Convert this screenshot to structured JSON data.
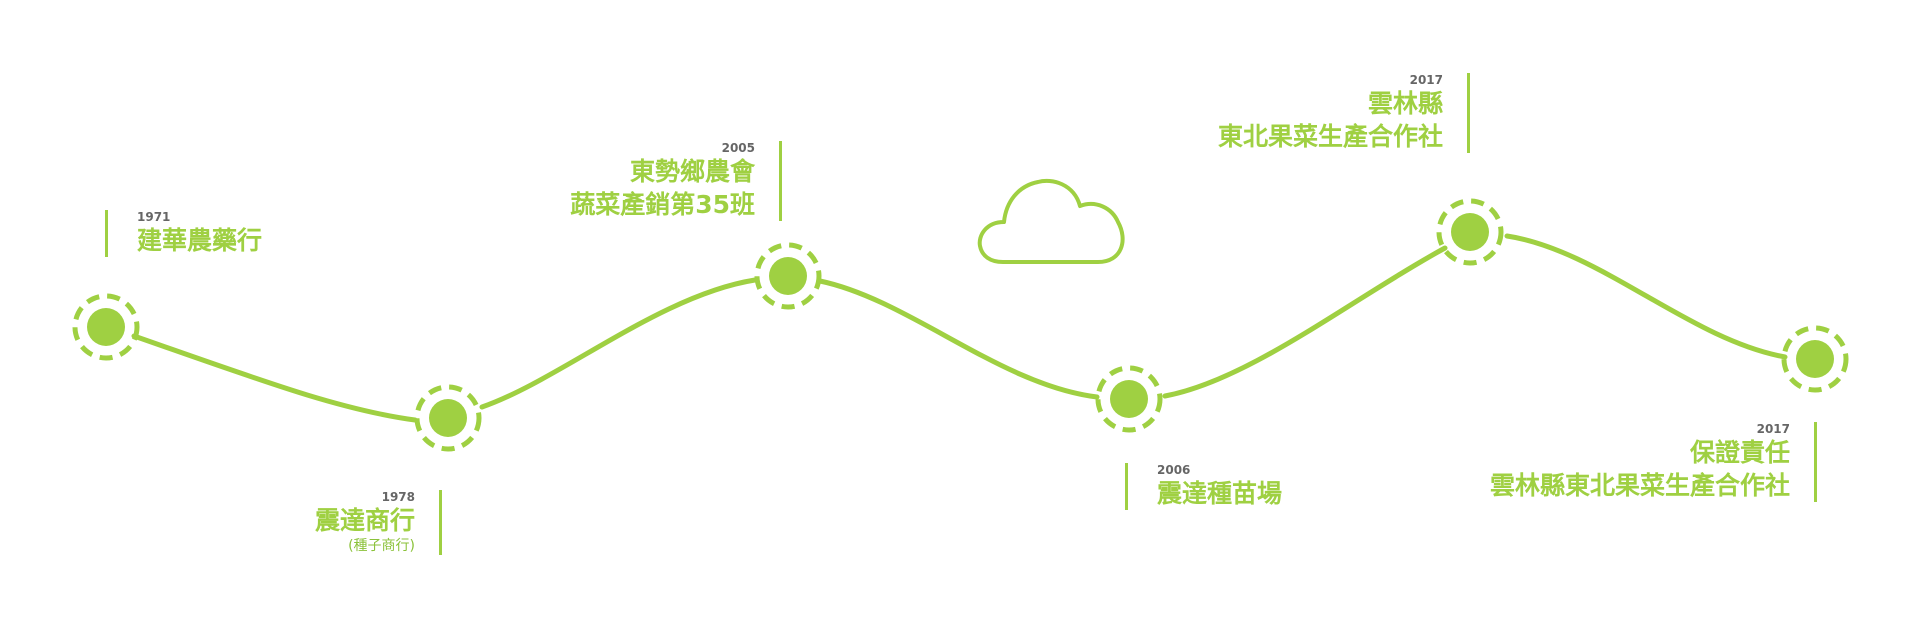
{
  "colors": {
    "accent": "#9fd042",
    "year_text": "#666666",
    "background": "#ffffff"
  },
  "timeline": {
    "events": [
      {
        "year": "1971",
        "title_lines": [
          "建華農藥行"
        ],
        "subtitle": ""
      },
      {
        "year": "1978",
        "title_lines": [
          "震達商行"
        ],
        "subtitle": "(種子商行)"
      },
      {
        "year": "2005",
        "title_lines": [
          "東勢鄉農會",
          "蔬菜產銷第35班"
        ],
        "subtitle": ""
      },
      {
        "year": "2006",
        "title_lines": [
          "震達種苗場"
        ],
        "subtitle": ""
      },
      {
        "year": "2017",
        "title_lines": [
          "雲林縣",
          "東北果菜生產合作社"
        ],
        "subtitle": ""
      },
      {
        "year": "2017",
        "title_lines": [
          "保證責任",
          "雲林縣東北果菜生產合作社"
        ],
        "subtitle": ""
      }
    ],
    "cloud_icon": "cloud-icon",
    "node_icon": "dashed-circle-node"
  }
}
